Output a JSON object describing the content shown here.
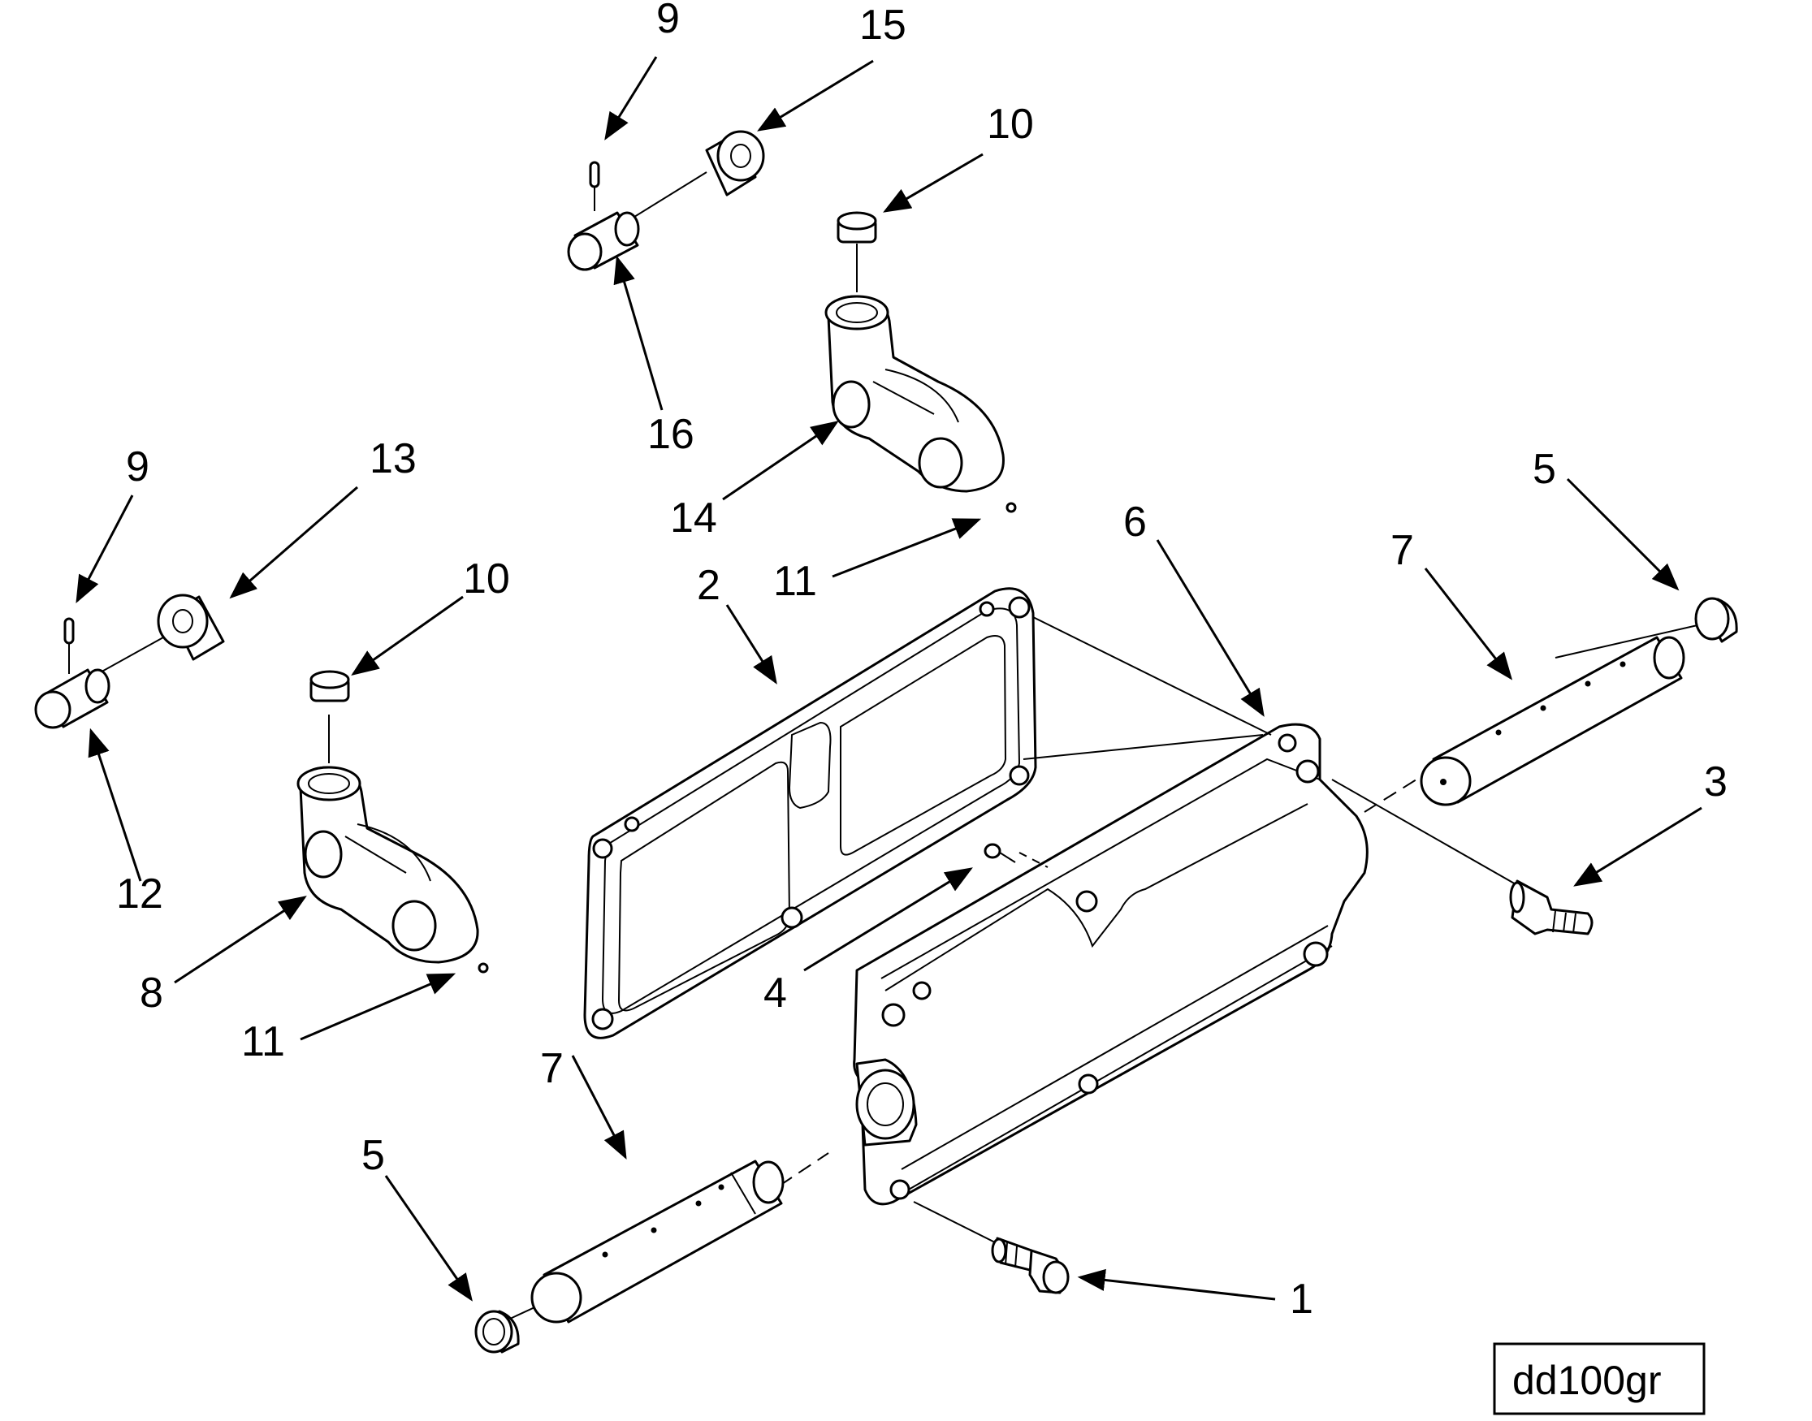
{
  "labels": {
    "l1": "1",
    "l2": "2",
    "l3": "3",
    "l4": "4",
    "l5a": "5",
    "l5b": "5",
    "l6": "6",
    "l7a": "7",
    "l7b": "7",
    "l8": "8",
    "l9a": "9",
    "l9b": "9",
    "l10a": "10",
    "l10b": "10",
    "l11a": "11",
    "l11b": "11",
    "l12": "12",
    "l13": "13",
    "l14": "14",
    "l15": "15",
    "l16": "16"
  },
  "reference_code": "dd100gr"
}
